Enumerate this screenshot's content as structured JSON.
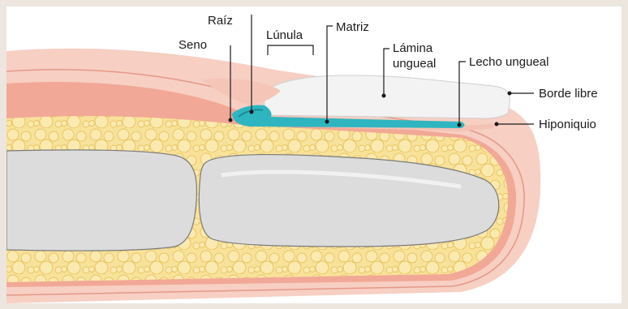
{
  "diagram": {
    "labels": {
      "raiz": "Raíz",
      "seno": "Seno",
      "lunula": "Lúnula",
      "matriz": "Matriz",
      "lamina_line1": "Lámina",
      "lamina_line2": "ungueal",
      "lecho": "Lecho ungueal",
      "borde": "Borde libre",
      "hiponiquio": "Hiponiquio"
    },
    "colors": {
      "skin_outer": "#f6c9bd",
      "skin_inner": "#ef9b86",
      "fat": "#f8e08c",
      "bone": "#dcdcdc",
      "nail": "#f3f3f3",
      "matrix": "#2cb6c0"
    }
  }
}
